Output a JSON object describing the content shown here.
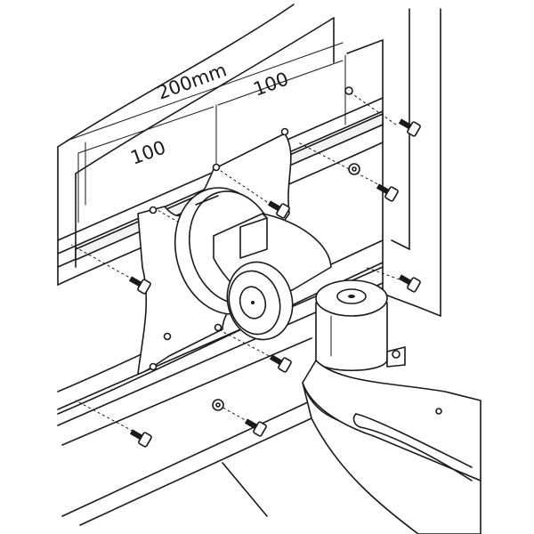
{
  "dimensions": {
    "overall_label": "200mm",
    "left_label": "100",
    "right_label": "100"
  },
  "line_color": "#1a1a1a",
  "background_color": "#ffffff"
}
